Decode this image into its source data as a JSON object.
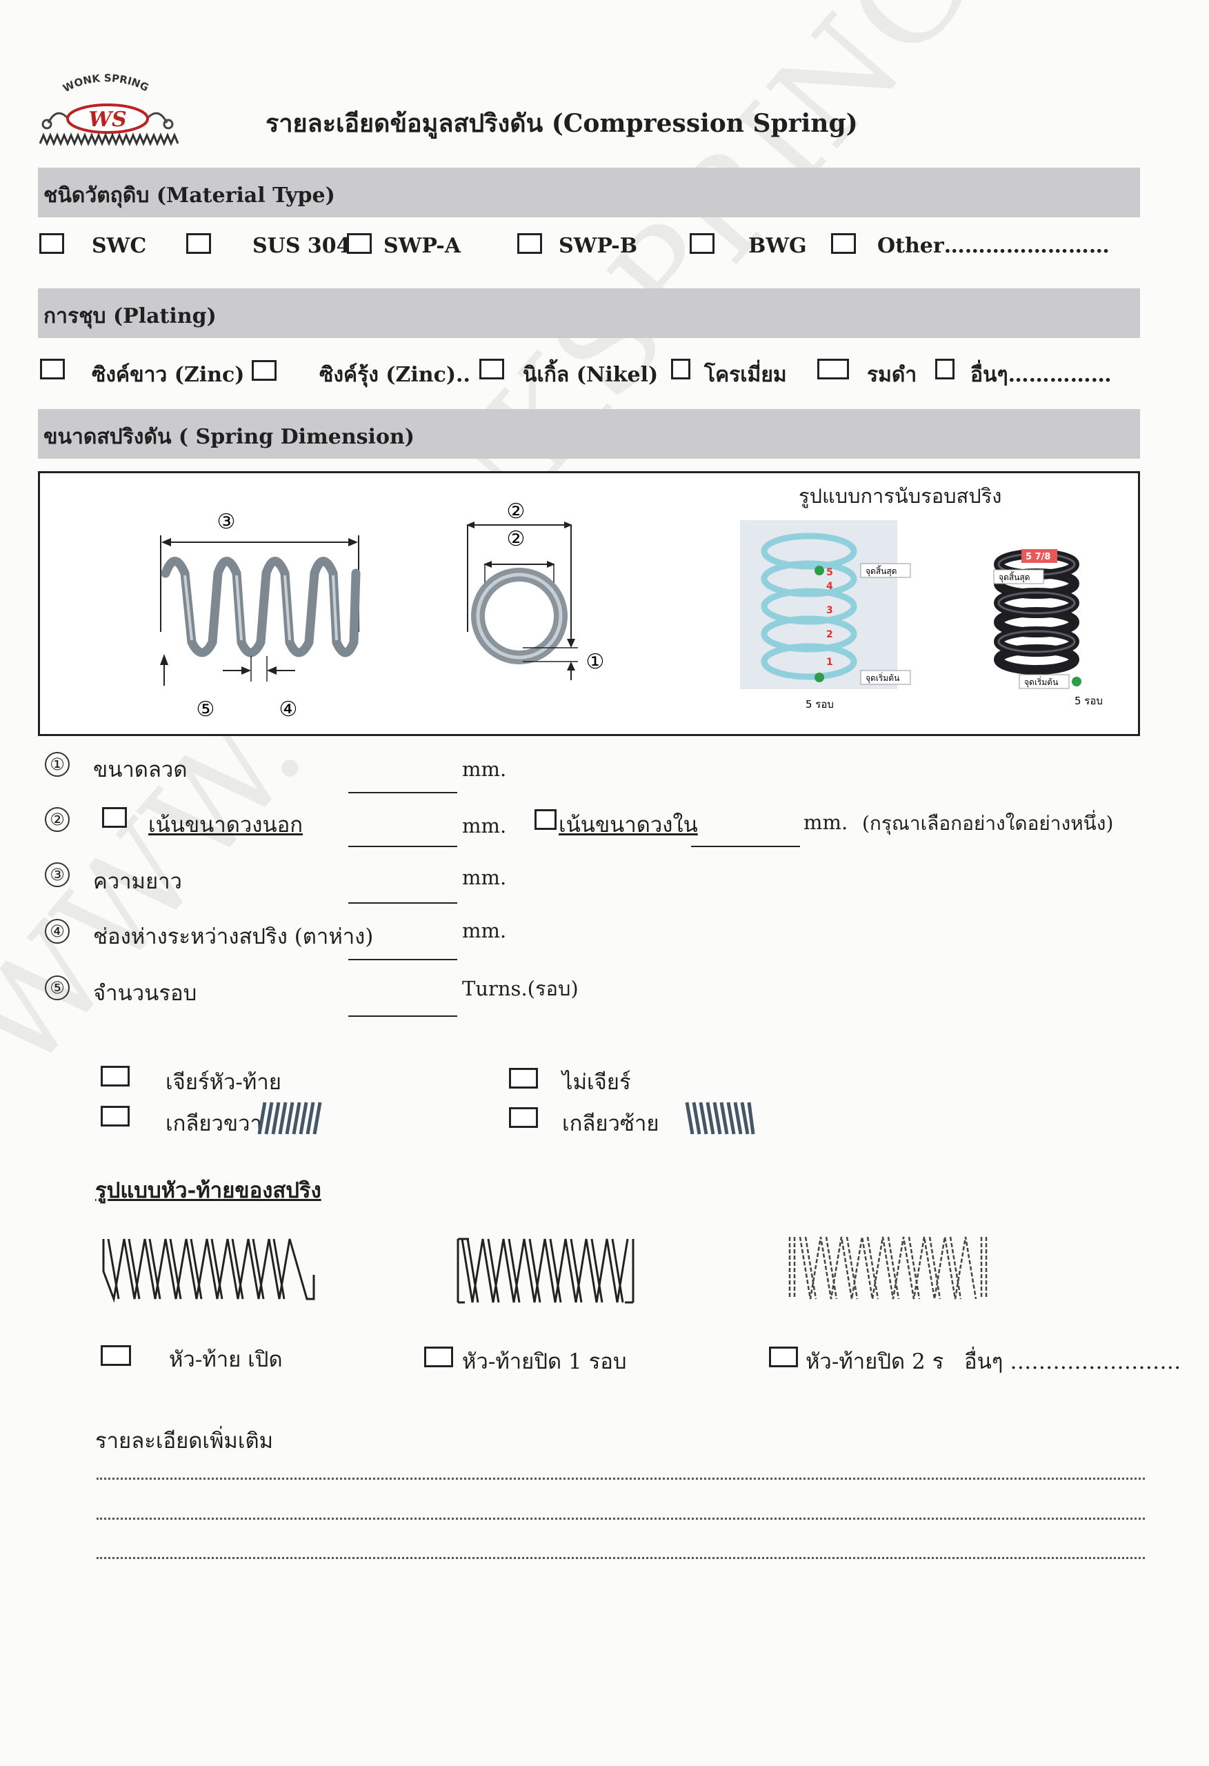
{
  "header": {
    "logo_arc_text": "WONK SPRING",
    "logo_initials": "WS",
    "title": "รายละเอียดข้อมูลสปริงดัน (Compression Spring)"
  },
  "material": {
    "heading": "ชนิดวัตถุดิบ (Material Type)",
    "options": [
      "SWC",
      "SUS 304",
      "SWP-A",
      "SWP-B",
      "BWG",
      "Other……………………"
    ]
  },
  "plating": {
    "heading": "การชุบ (Plating)",
    "options": [
      "ซิงค์ขาว (Zinc)",
      "ซิงค์รุ้ง (Zinc)..",
      "นิเกิ้ล (Nikel)",
      "โครเมี่ยม",
      "รมดำ",
      "อื่นๆ……………"
    ]
  },
  "dimension": {
    "heading": "ขนาดสปริงดัน ( Spring Dimension)",
    "diagram_markers": [
      "③",
      "②",
      "②",
      "①",
      "⑤",
      "④"
    ],
    "count_title": "รูปแบบการนับรอบสปริง",
    "photo1": {
      "numbers": [
        "5",
        "4",
        "3",
        "2",
        "1"
      ],
      "end_label": "จุดสิ้นสุด",
      "start_label": "จุดเริ่มต้น",
      "caption": "5 รอบ"
    },
    "photo2": {
      "top_label": "5 7/8",
      "end_label": "จุดสิ้นสุด",
      "start_label": "จุดเริ่มต้น",
      "caption": "5 รอบ"
    }
  },
  "fields": [
    {
      "num": "①",
      "label": "ขนาดลวด",
      "unit": "mm."
    },
    {
      "num": "②",
      "label": "เน้นขนาดวงนอก",
      "unit": "mm.",
      "alt_label": "เน้นขนาดวงใน",
      "alt_unit": "mm.",
      "note": "(กรุณาเลือกอย่างใดอย่างหนึ่ง)"
    },
    {
      "num": "③",
      "label": "ความยาว",
      "unit": "mm."
    },
    {
      "num": "④",
      "label": "ช่องห่างระหว่างสปริง (ตาห่าง)",
      "unit": "mm."
    },
    {
      "num": "⑤",
      "label": "จำนวนรอบ",
      "unit": "Turns.(รอบ)"
    }
  ],
  "grinding": {
    "ground": "เจียร์หัว-ท้าย",
    "not_ground": "ไม่เจียร์",
    "right_hand": "เกลียวขวา",
    "left_hand": "เกลียวซ้าย"
  },
  "ends": {
    "heading": "รูปแบบหัว-ท้ายของสปริง",
    "options": [
      "หัว-ท้าย เปิด",
      "หัว-ท้ายปิด 1 รอบ",
      "หัว-ท้ายปิด 2 ร",
      "อื่นๆ ……………………"
    ]
  },
  "details": {
    "label": "รายละเอียดเพิ่มเติม"
  },
  "watermark": "WWW.WONKSPRING.COM"
}
